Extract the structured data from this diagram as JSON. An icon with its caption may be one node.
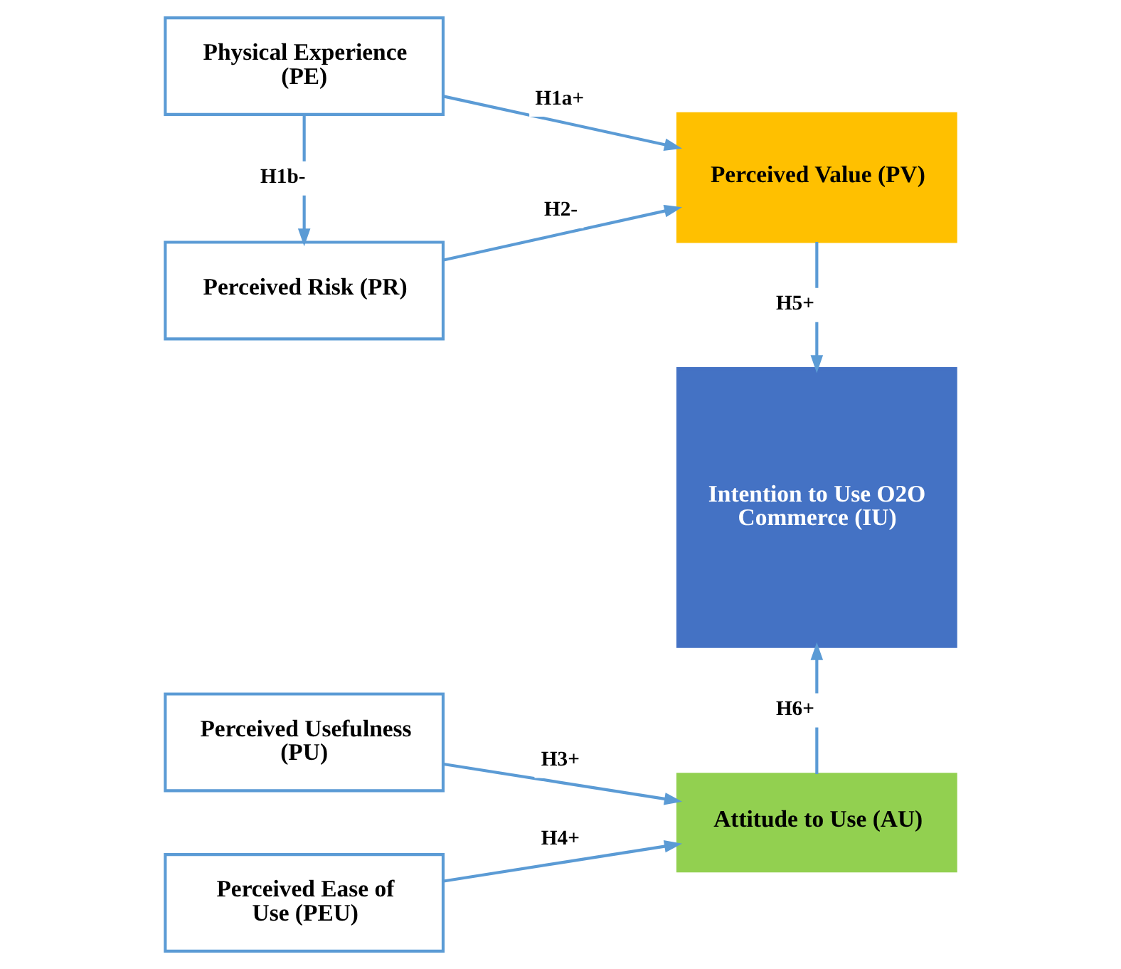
{
  "diagram": {
    "nodes": [
      {
        "text": [
          "Physical Experience (PE)"
        ]
      },
      {
        "text": [
          "Perceived Value (PV)"
        ]
      },
      {
        "text": [
          "Perceived Risk (PR)"
        ]
      },
      {
        "text": [
          "Intention to Use O2O Commerce (IU)"
        ]
      },
      {
        "text": [
          "Perceived Usefulness (PU)"
        ]
      },
      {
        "text": [
          "Perceived Ease of Use (PEU)"
        ]
      },
      {
        "text": [
          "Attitude to Use (AU)"
        ]
      }
    ],
    "edges": [
      {
        "from": 0,
        "to": 1,
        "arrow": "to",
        "label": "H1a+"
      },
      {
        "from": 0,
        "to": 2,
        "arrow": "to",
        "label": "H1b-"
      },
      {
        "from": 2,
        "to": 1,
        "arrow": "to",
        "label": "H2-"
      },
      {
        "from": 1,
        "to": 3,
        "arrow": "to",
        "label": "H5+"
      },
      {
        "from": 4,
        "to": 6,
        "arrow": "to",
        "label": "H3+"
      },
      {
        "from": 5,
        "to": 6,
        "arrow": "to",
        "label": "H4+"
      },
      {
        "from": 6,
        "to": 3,
        "arrow": "to",
        "label": "H6+"
      }
    ]
  }
}
